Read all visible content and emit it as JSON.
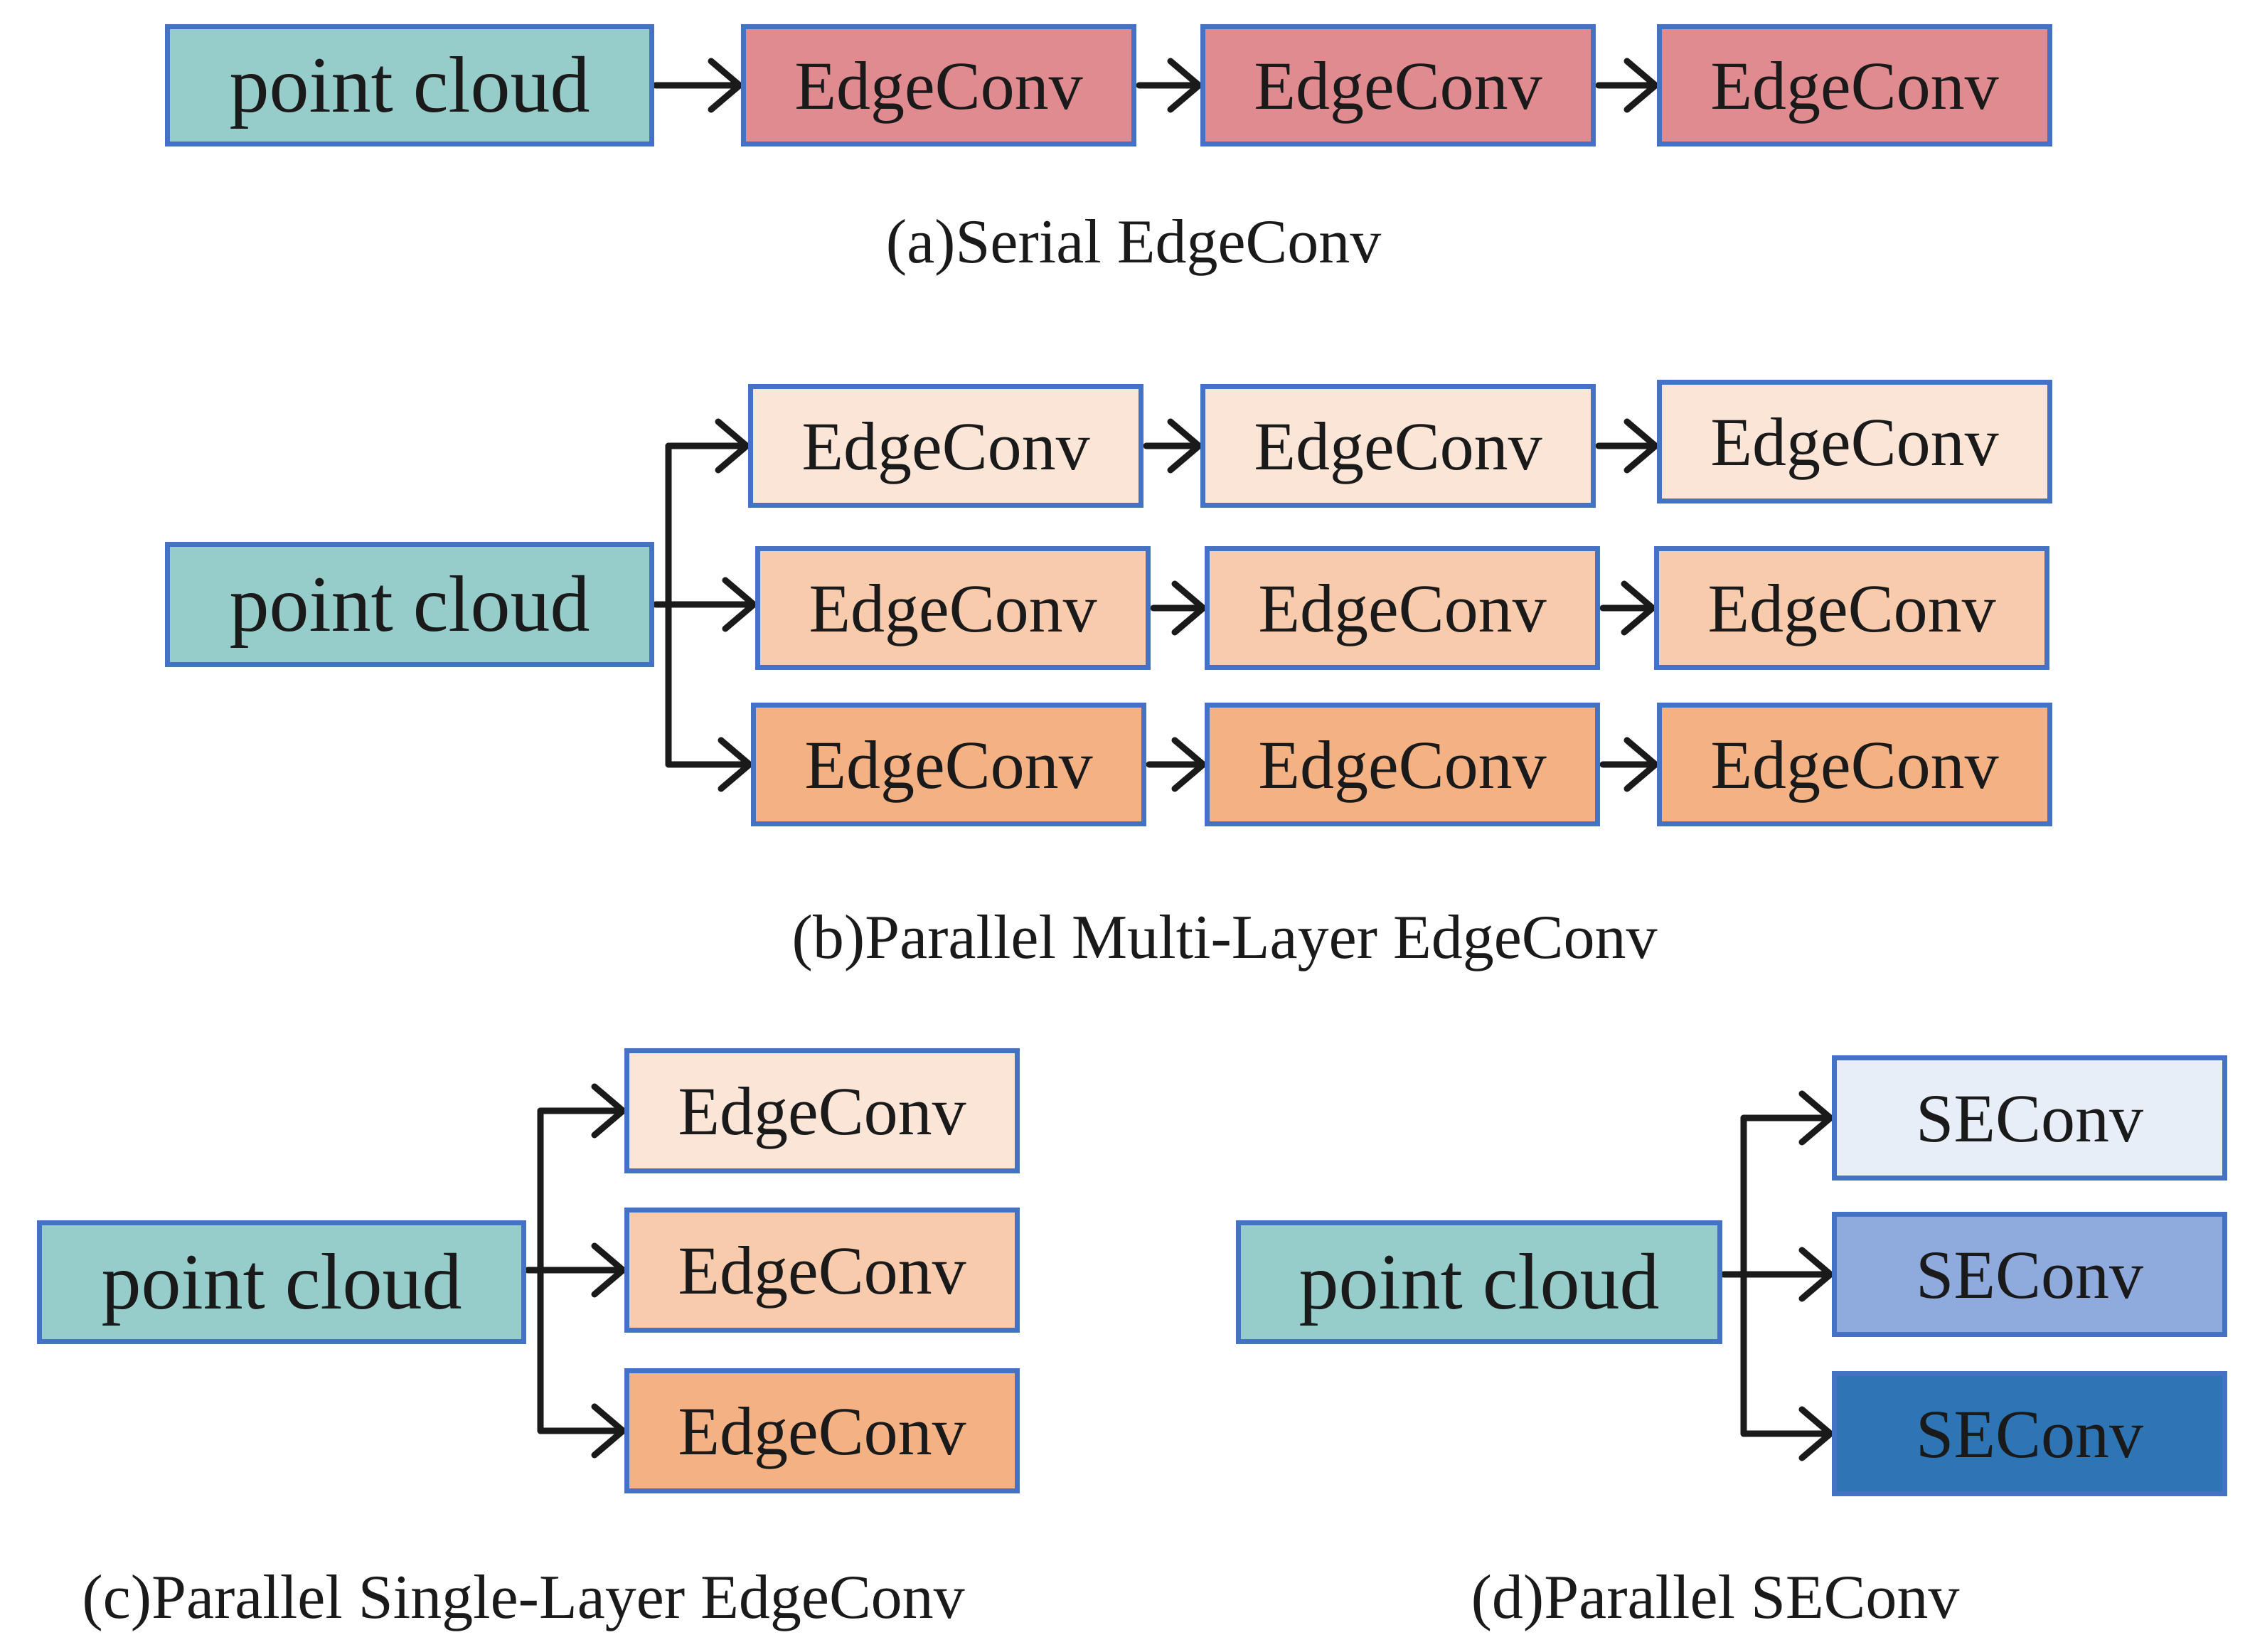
{
  "labels": {
    "point_cloud": "point cloud",
    "edgeconv": "EdgeConv",
    "seconv": "SEConv"
  },
  "captions": {
    "a": "(a)Serial EdgeConv",
    "b": "(b)Parallel Multi-Layer EdgeConv",
    "c": "(c)Parallel Single-Layer EdgeConv",
    "d": "(d)Parallel SEConv"
  },
  "colors": {
    "input_fill": "#96ccc9",
    "serial_fill": "#e08b8f",
    "orange_light": "#fbe5d6",
    "orange_mid": "#f8cbad",
    "orange_dark": "#f4b183",
    "blue_light": "#e8eef8",
    "blue_mid": "#8faadc",
    "blue_dark": "#2e75b6",
    "border": "#4472c4",
    "arrow": "#1a1a1a"
  }
}
